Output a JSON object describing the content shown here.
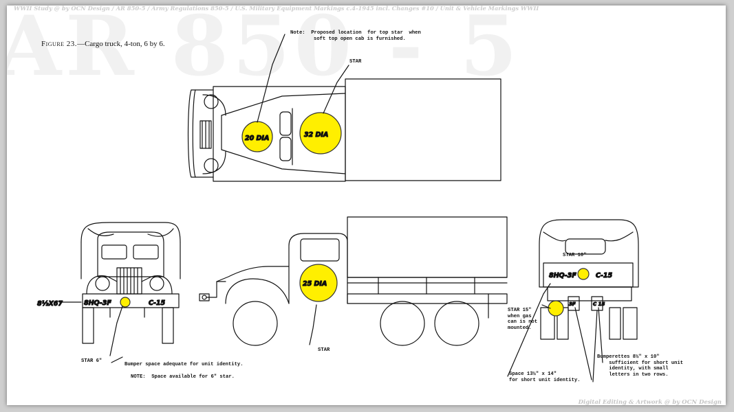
{
  "watermarks": {
    "big": "AR 850 - 5",
    "top": "WWII Study @ by OCN Design / AR 850-5 / Army Regulations 850-5 / U.S. Military Equipment Markings c.4-1945 incl. Changes #10 / Unit & Vehicle Markings WWII",
    "bottom": "Digital Editing & Artwork @ by OCN Design"
  },
  "figure": {
    "label": "Figure 23.",
    "caption": "—Cargo truck, 4-ton, 6 by 6."
  },
  "notes": {
    "top_star_note_1": "Note:  Proposed location  for top star  when",
    "top_star_note_2": "soft top open cab is furnished.",
    "top_star_label": "STAR",
    "front_star": "STAR 6\"",
    "front_bumper": "Bumper space adequate for unit identity.",
    "front_note": "NOTE:  Space available for 6\" star.",
    "side_star": "STAR",
    "rear_star_10": "STAR 10\"",
    "rear_star_15": "STAR 15\"\nwhen gas\ncan is not\nmounted.",
    "rear_space": "Space 13½\" x 14\"\nfor short unit identity.",
    "rear_bumperettes": "Bumperettes 8½\" x 10\"\n    sufficient for short unit\n    identity, with small\n    letters in two rows."
  },
  "hand": {
    "top_cab_dia": "20 DIA",
    "top_bed_dia": "32 DIA",
    "side_dia": "25 DIA",
    "front_size": "8½X67",
    "front_bumper_left": "8HQ-3F",
    "front_bumper_right": "C-15",
    "rear_bumper_left": "8HQ-3F",
    "rear_bumper_right": "C-15",
    "rear_bumperette_left": "3F",
    "rear_bumperette_right": "C 15"
  },
  "colors": {
    "star_fill": "#ffef00",
    "ink": "#111111",
    "paper": "#ffffff"
  }
}
